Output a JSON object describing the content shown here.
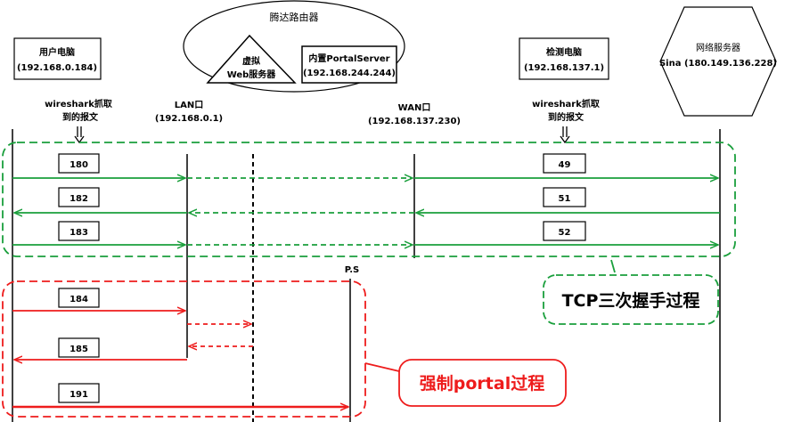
{
  "router": {
    "title": "腾达路由器"
  },
  "virtual_web": {
    "line1": "虚拟",
    "line2": "Web服务器"
  },
  "portal_server": {
    "line1": "内置PortalServer",
    "line2": "(192.168.244.244)"
  },
  "user_pc": {
    "line1": "用户电脑",
    "line2": "(192.168.0.184)"
  },
  "detect_pc": {
    "line1": "检测电脑",
    "line2": "(192.168.137.1)"
  },
  "net_server": {
    "line1": "网络服务器",
    "line2": "Sina (180.149.136.228)"
  },
  "lan": {
    "line1": "LAN口",
    "line2": "(192.168.0.1)"
  },
  "wan": {
    "line1": "WAN口",
    "line2": "(192.168.137.230)"
  },
  "ws_left": {
    "line1": "wireshark抓取",
    "line2": "到的报文"
  },
  "ws_right": {
    "line1": "wireshark抓取",
    "line2": "到的报文"
  },
  "ps": {
    "label": "P.S"
  },
  "tcp_group": {
    "label": "TCP三次握手过程"
  },
  "portal_group": {
    "label": "强制portal过程"
  },
  "packets_left": [
    "180",
    "182",
    "183",
    "184",
    "185",
    "191"
  ],
  "packets_right": [
    "49",
    "51",
    "52"
  ],
  "colors": {
    "green": "#1a9f3c",
    "red": "#ee1c1c",
    "black": "#000000"
  }
}
